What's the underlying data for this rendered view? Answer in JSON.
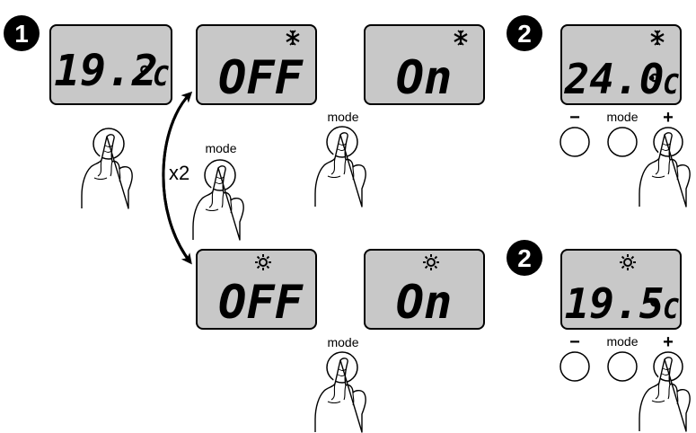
{
  "steps": {
    "step1": "1",
    "step2_top": "2",
    "step2_bottom": "2"
  },
  "displays": {
    "current_temp": {
      "value": "19.2",
      "unit": "°C"
    },
    "cool_off": {
      "value": "OFF",
      "mode_icon": "snowflake-icon"
    },
    "cool_on": {
      "value": "On",
      "mode_icon": "snowflake-icon"
    },
    "cool_set": {
      "value": "24.0",
      "unit": "°C",
      "mode_icon": "snowflake-icon"
    },
    "heat_off": {
      "value": "OFF",
      "mode_icon": "sun-icon"
    },
    "heat_on": {
      "value": "On",
      "mode_icon": "sun-icon"
    },
    "heat_set": {
      "value": "19.5",
      "unit": "°C",
      "mode_icon": "sun-icon"
    }
  },
  "buttons": {
    "mode_label": "mode",
    "minus_label": "−",
    "plus_label": "+"
  },
  "annotations": {
    "press_twice": "x2"
  },
  "colors": {
    "lcd_fill": "#c8c8c8",
    "lcd_border": "#000000",
    "badge": "#000000"
  }
}
